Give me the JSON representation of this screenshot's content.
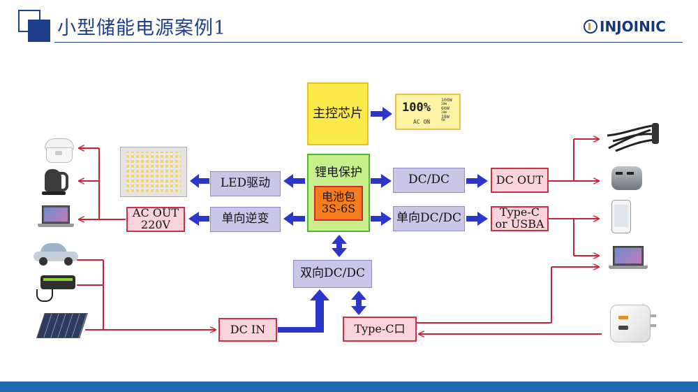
{
  "header": {
    "title": "小型储能电源案例1",
    "logo_text": "INJOINIC"
  },
  "colors": {
    "arrow_blue": "#2a37c9",
    "line_red": "#d0213a",
    "header_blue": "#1f3f8c",
    "footer_blue": "#1d6ab3"
  },
  "diagram": {
    "main_chip": "主控芯片",
    "battery_protect": "锂电保护",
    "battery_pack": "电池包\n3S-6S",
    "led_driver": "LED驱动",
    "inverter": "单向逆变",
    "ac_out": "AC OUT\n220V",
    "dcdc_1": "DC/DC",
    "dc_out": "DC OUT",
    "dcdc_2": "单向DC/DC",
    "typec_usba": "Type-C\nor USBA",
    "bidir_dcdc": "双向DC/DC",
    "dc_in": "DC IN",
    "typec_port": "Type-C口"
  },
  "display": {
    "percent": "100%",
    "status": "AC ON",
    "power_lines": [
      "100W",
      "20W",
      "60W",
      "20W",
      "18W",
      "9W"
    ]
  },
  "devices": {
    "left_outputs": [
      "rice-cooker-icon",
      "kettle-icon",
      "laptop-icon"
    ],
    "left_inputs": [
      "car-icon",
      "charger-icon",
      "solar-panel-icon"
    ],
    "right_outputs": [
      "cable-set-icon",
      "car-charger-icon",
      "phone-icon",
      "laptop-icon"
    ],
    "right_input": "wall-adapter-icon"
  }
}
